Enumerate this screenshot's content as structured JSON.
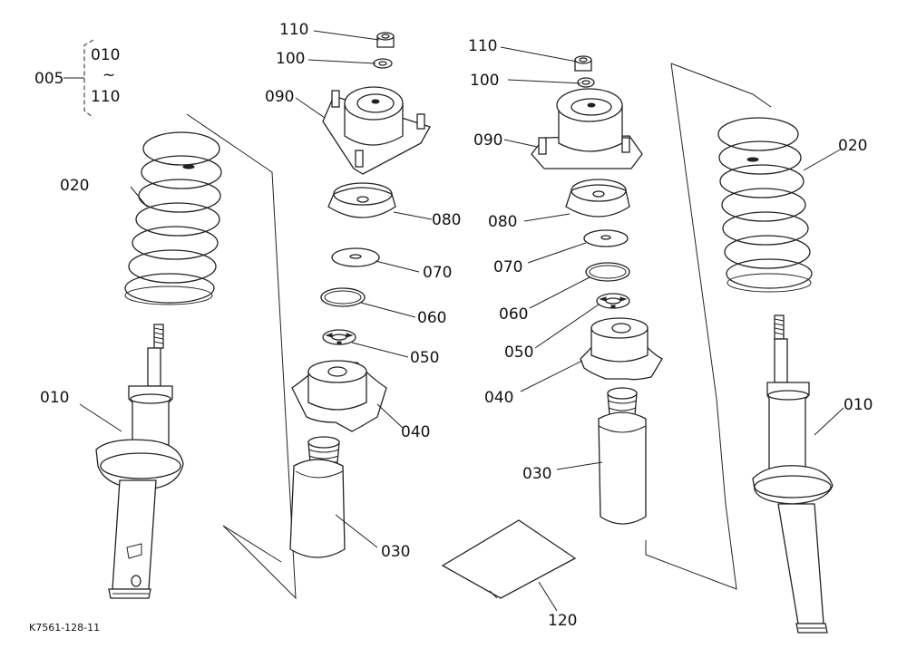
{
  "labels": {
    "l005": "005",
    "l010_top": "010",
    "l_tilde": "~",
    "l110_top": "110",
    "l020_left": "020",
    "l010_left": "010",
    "l110_a": "110",
    "l100_a": "100",
    "l090_a": "090",
    "l080_a": "080",
    "l070_a": "070",
    "l060_a": "060",
    "l050_a": "050",
    "l040_a": "040",
    "l030_a": "030",
    "l110_b": "110",
    "l100_b": "100",
    "l090_b": "090",
    "l080_b": "080",
    "l070_b": "070",
    "l060_b": "060",
    "l050_b": "050",
    "l040_b": "040",
    "l030_b": "030",
    "l020_right": "020",
    "l010_right": "010",
    "l120": "120"
  },
  "figure_code": "K7561-128-11"
}
